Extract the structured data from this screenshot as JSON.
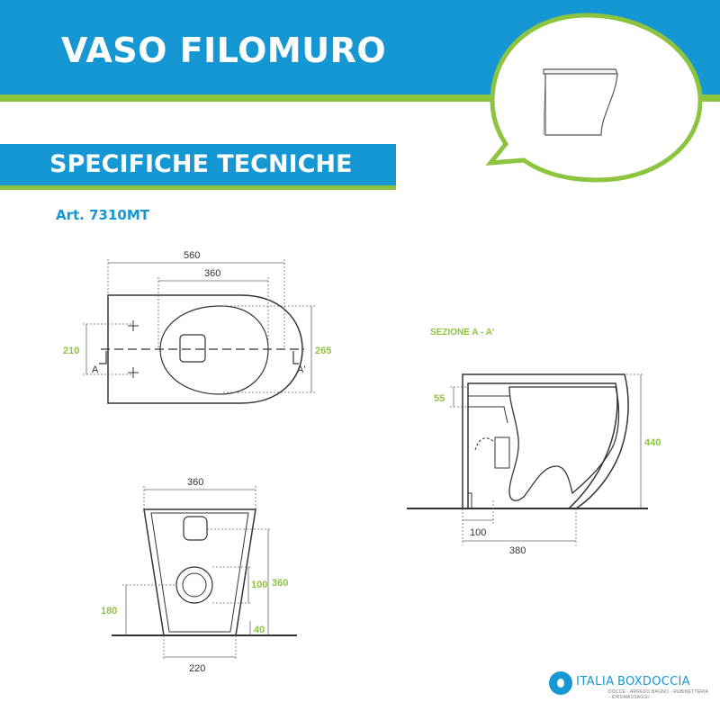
{
  "header": {
    "title": "VASO FILOMURO"
  },
  "specs": {
    "title": "SPECIFICHE TECNICHE",
    "article": "Art. 7310MT"
  },
  "drawing": {
    "top_view": {
      "width_total": "560",
      "width_inner": "360",
      "left_height": "210",
      "right_height": "265",
      "section_left": "A",
      "section_right": "A'"
    },
    "section_view": {
      "title": "SEZIONE A - A'",
      "dim_left": "55",
      "dim_height": "440",
      "dim_bottom_small": "100",
      "dim_bottom_large": "380"
    },
    "front_view": {
      "width_top": "360",
      "dim_height": "360",
      "dim_hole": "100",
      "dim_left": "180",
      "dim_base": "40",
      "width_bottom": "220"
    }
  },
  "logo": {
    "brand_part1": "ITALIA",
    "brand_part2": "BOXDOCCIA",
    "tagline": "DOCCE - ARREDO BAGNO - RUBINETTERIA - IDROMASSAGGI"
  },
  "colors": {
    "brand_blue": "#1597d3",
    "accent_green": "#8cc43f"
  }
}
